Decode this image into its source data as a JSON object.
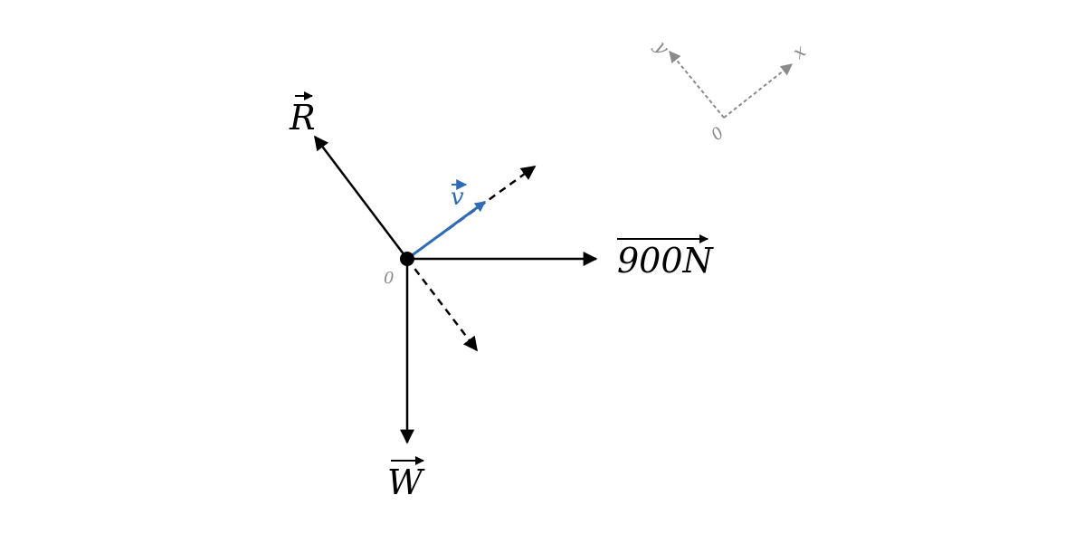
{
  "diagram": {
    "labels": {
      "reaction": "R",
      "applied_force": "900N",
      "weight": "W",
      "velocity": "v",
      "origin": "0"
    },
    "axes": {
      "x_label": "x",
      "y_label": "y",
      "origin": "0"
    },
    "colors": {
      "force": "#000000",
      "velocity": "#2e6db6",
      "axes": "#8a8a8a"
    }
  }
}
